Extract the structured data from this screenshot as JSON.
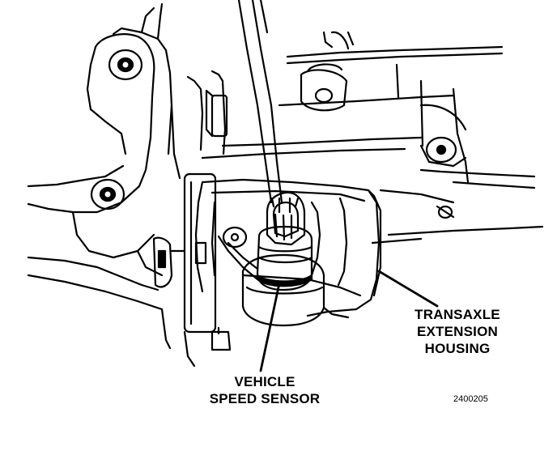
{
  "callouts": {
    "transaxle": {
      "line1": "TRANSAXLE",
      "line2": "EXTENSION",
      "line3": "HOUSING"
    },
    "sensor": {
      "line1": "VEHICLE",
      "line2": "SPEED SENSOR"
    }
  },
  "figure_id": "2400205",
  "colors": {
    "ink": "#000000",
    "paper": "#ffffff"
  }
}
